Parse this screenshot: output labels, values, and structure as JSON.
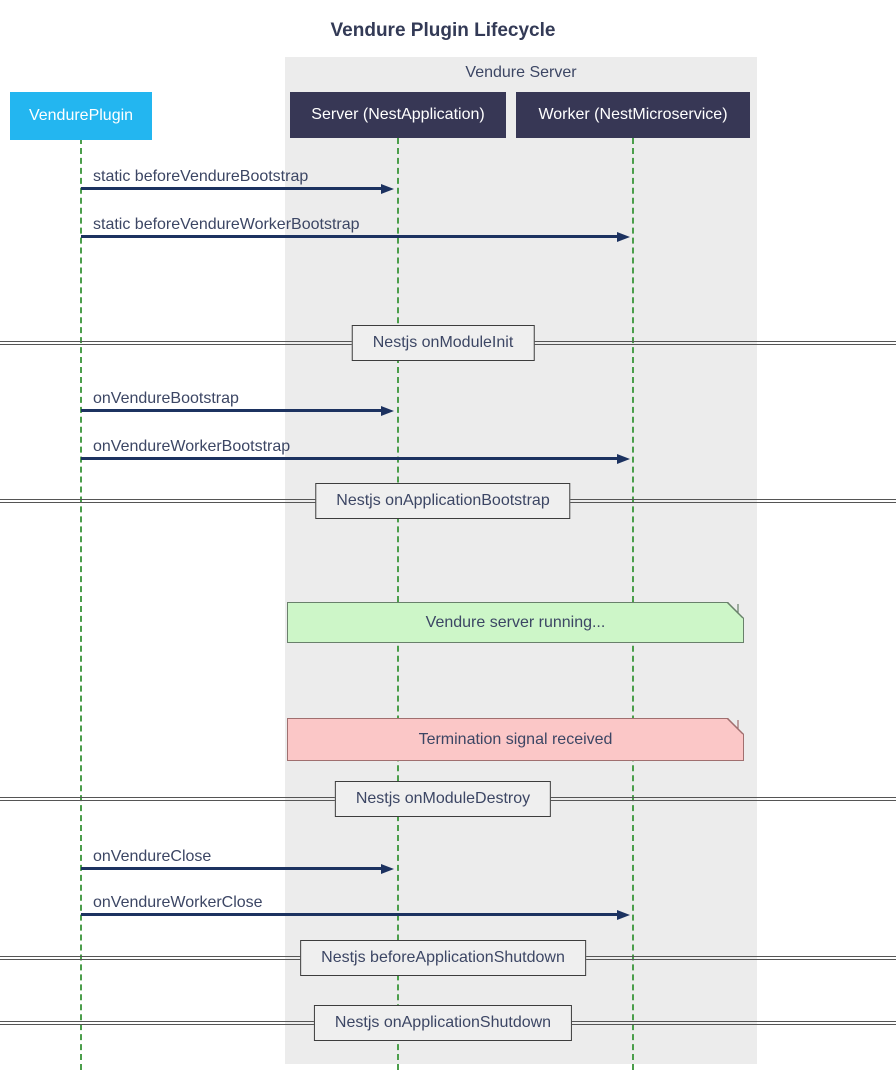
{
  "diagram": {
    "title": "Vendure Plugin Lifecycle",
    "kind": "sequence-diagram"
  },
  "colors": {
    "title_text": "#333a56",
    "text": "#3c4664",
    "actor_primary": "#23b6f0",
    "actor_dark": "#373755",
    "actor_text": "#ffffff",
    "container_bg": "#ececec",
    "lifeline": "#4b9e4b",
    "arrow": "#1c3260",
    "divider_fill": "#efefef",
    "divider_border": "#3d3d3d",
    "divider_line": "#555555",
    "note_success_bg": "#cdf6c8",
    "note_success_border": "#69806b",
    "note_danger_bg": "#fbc7c7",
    "note_danger_border": "#a06f6f"
  },
  "group": {
    "label": "Vendure Server"
  },
  "participants": [
    {
      "label": "VendurePlugin"
    },
    {
      "label": "Server (NestApplication)"
    },
    {
      "label": "Worker (NestMicroservice)"
    }
  ],
  "messages": [
    {
      "from": "VendurePlugin",
      "to": "Server (NestApplication)",
      "label": "static beforeVendureBootstrap"
    },
    {
      "from": "VendurePlugin",
      "to": "Worker (NestMicroservice)",
      "label": "static beforeVendureWorkerBootstrap"
    },
    {
      "from": "VendurePlugin",
      "to": "Server (NestApplication)",
      "label": "onVendureBootstrap"
    },
    {
      "from": "VendurePlugin",
      "to": "Worker (NestMicroservice)",
      "label": "onVendureWorkerBootstrap"
    },
    {
      "from": "VendurePlugin",
      "to": "Server (NestApplication)",
      "label": "onVendureClose"
    },
    {
      "from": "VendurePlugin",
      "to": "Worker (NestMicroservice)",
      "label": "onVendureWorkerClose"
    }
  ],
  "dividers": [
    {
      "label": "Nestjs onModuleInit"
    },
    {
      "label": "Nestjs onApplicationBootstrap"
    },
    {
      "label": "Nestjs onModuleDestroy"
    },
    {
      "label": "Nestjs beforeApplicationShutdown"
    },
    {
      "label": "Nestjs onApplicationShutdown"
    }
  ],
  "notes": [
    {
      "type": "success",
      "label": "Vendure server running..."
    },
    {
      "type": "danger",
      "label": "Termination signal received"
    }
  ]
}
